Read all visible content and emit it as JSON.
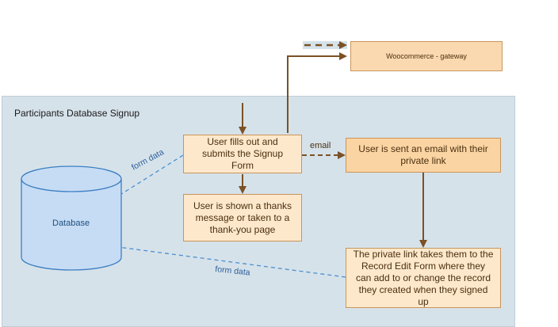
{
  "diagram": {
    "group_title": "Participants Database Signup",
    "nodes": {
      "gateway": "Woocommerce - gateway",
      "signup": "User fills out and submits the Signup Form",
      "thanks": "User is shown a thanks message or taken to a thank-you page",
      "email_sent": "User is sent an email with their private link",
      "edit_form": "The private link takes them to the Record Edit Form where they can add to or change the record they created when they signed up",
      "database": "Database"
    },
    "edge_labels": {
      "email": "email",
      "form_data_top": "form data",
      "form_data_bottom": "form data"
    },
    "colors": {
      "container_fill": "#d6e2ea",
      "box_fill": "#fde8cc",
      "box_fill_strong": "#fbd4a3",
      "box_border": "#c9955a",
      "arrow": "#7b5126",
      "dashed_link": "#4a8fcf",
      "database_fill": "#c6dcf5",
      "database_stroke": "#3c7fc0"
    }
  }
}
